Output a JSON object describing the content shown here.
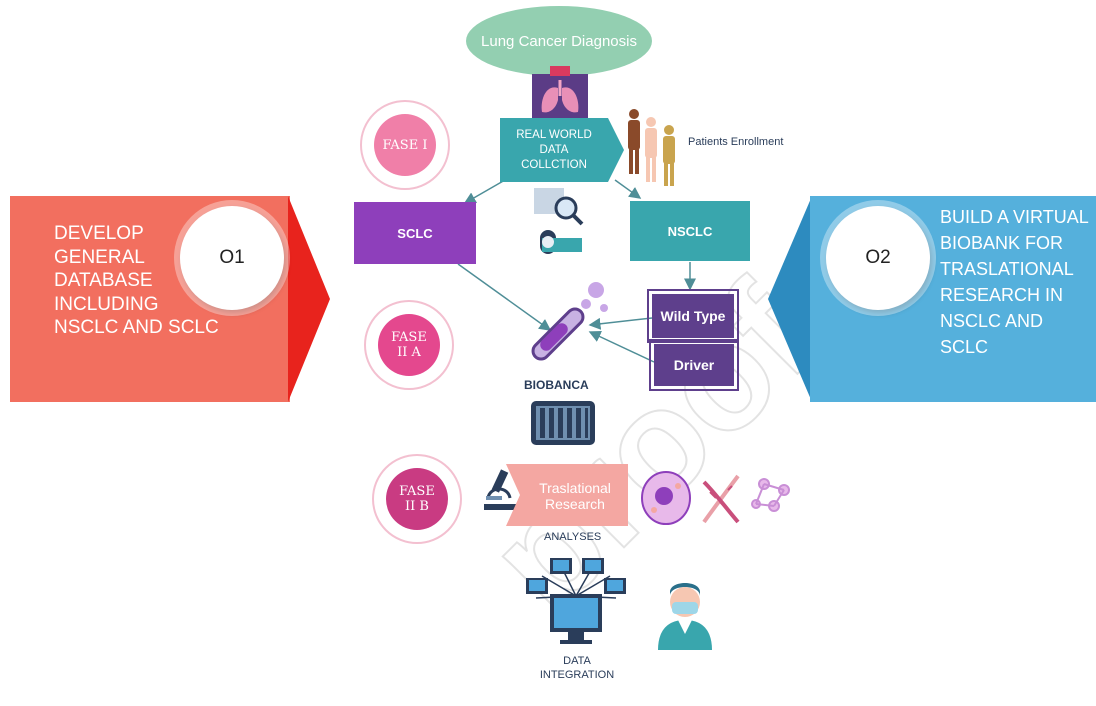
{
  "diagram": {
    "top_node": "Lung Cancer Diagnosis",
    "real_world": "REAL WORLD\nDATA\nCOLLCTION",
    "patients": "Patients Enrollment",
    "sclc": "SCLC",
    "nsclc": "NSCLC",
    "wild_type": "Wild Type",
    "driver": "Driver",
    "biobanca": "BIOBANCA",
    "traslational": "Traslational\nResearch",
    "analyses": "ANALYSES",
    "data_integration": "DATA\nINTEGRATION",
    "phases": [
      "FASE I",
      "FASE\nII A",
      "FASE\nII B"
    ]
  },
  "objectives": {
    "o1": {
      "code": "O1",
      "text": "DEVELOP GENERAL DATABASE INCLUDING NSCLC AND SCLC"
    },
    "o2": {
      "code": "O2",
      "text": "BUILD A VIRTUAL BIOBANK FOR TRASLATIONAL RESEARCH IN NSCLC AND SCLC"
    }
  },
  "watermark": "proof",
  "colors": {
    "o1": "#f26f5f",
    "o1_tip": "#e8231d",
    "o2": "#55b0dc",
    "o2_tip": "#2d8bbf",
    "teal": "#39a6ad",
    "purple": "#8e3fbb",
    "navy": "#5e3f8c",
    "pink": "#e4488e",
    "salmon": "#f4a7a2",
    "green": "#93cfb1"
  }
}
